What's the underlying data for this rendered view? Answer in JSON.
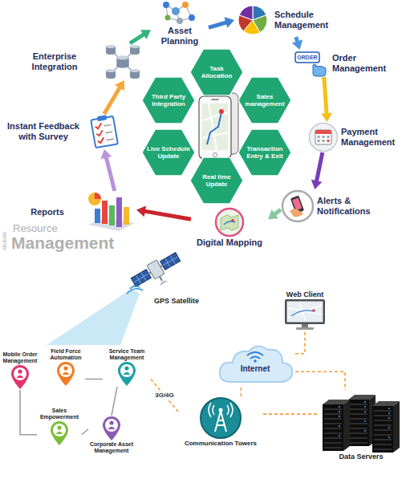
{
  "diagram": {
    "nodes": [
      {
        "text": [
          "Asset Planning"
        ]
      },
      {
        "text": [
          "Schedule Management"
        ]
      },
      {
        "text": [
          "Order Management"
        ]
      },
      {
        "text": [
          "Payment Management"
        ]
      },
      {
        "text": [
          "Alerts & Notifications"
        ]
      },
      {
        "text": [
          "Digital Mapping"
        ]
      },
      {
        "text": [
          "Reports"
        ]
      },
      {
        "text": [
          "Instant Feedback with Survey"
        ]
      },
      {
        "text": [
          "Enterprise Integration"
        ]
      },
      {
        "text": [
          "Task Allocation"
        ]
      },
      {
        "text": [
          "Sales management"
        ]
      },
      {
        "text": [
          "Transaction Entry & Exit"
        ]
      },
      {
        "text": [
          "Real time Update"
        ]
      },
      {
        "text": [
          "Live Schedule Update"
        ]
      },
      {
        "text": [
          "Third Party Integration"
        ]
      },
      {
        "text": [
          "GPS Satellite"
        ]
      },
      {
        "text": [
          "Web Client"
        ]
      },
      {
        "text": [
          "Mobile Order Management"
        ]
      },
      {
        "text": [
          "Field Force Automation"
        ]
      },
      {
        "text": [
          "Service Team Management"
        ]
      },
      {
        "text": [
          "Sales Empowerment"
        ]
      },
      {
        "text": [
          "Corporate Asset Management"
        ]
      },
      {
        "text": [
          "Internet"
        ]
      },
      {
        "text": [
          "Communication Towers"
        ]
      },
      {
        "text": [
          "Data Servers"
        ]
      }
    ],
    "edges": [
      {
        "from": 0,
        "to": 1,
        "arrow": "to"
      },
      {
        "from": 1,
        "to": 2,
        "arrow": "to"
      },
      {
        "from": 2,
        "to": 3,
        "arrow": "to"
      },
      {
        "from": 3,
        "to": 4,
        "arrow": "to"
      },
      {
        "from": 4,
        "to": 5,
        "arrow": "to"
      },
      {
        "from": 5,
        "to": 6,
        "arrow": "to"
      },
      {
        "from": 6,
        "to": 7,
        "arrow": "to"
      },
      {
        "from": 7,
        "to": 8,
        "arrow": "to"
      },
      {
        "from": 8,
        "to": 0,
        "arrow": "to"
      },
      {
        "from": 17,
        "to": 20,
        "arrow": "none"
      },
      {
        "from": 18,
        "to": 19,
        "arrow": "none"
      },
      {
        "from": 20,
        "to": 21,
        "arrow": "none"
      },
      {
        "from": 21,
        "to": 19,
        "arrow": "none"
      },
      {
        "from": 19,
        "to": 23,
        "label": "3G/4G",
        "arrow": "none"
      },
      {
        "from": 23,
        "to": 22,
        "arrow": "none"
      },
      {
        "from": 22,
        "to": 16,
        "arrow": "none"
      },
      {
        "from": 22,
        "to": 24,
        "arrow": "none"
      },
      {
        "from": 23,
        "to": 24,
        "arrow": "none"
      }
    ],
    "labels": [
      "ORDER",
      "Mobile",
      "Resource",
      "Management"
    ]
  }
}
